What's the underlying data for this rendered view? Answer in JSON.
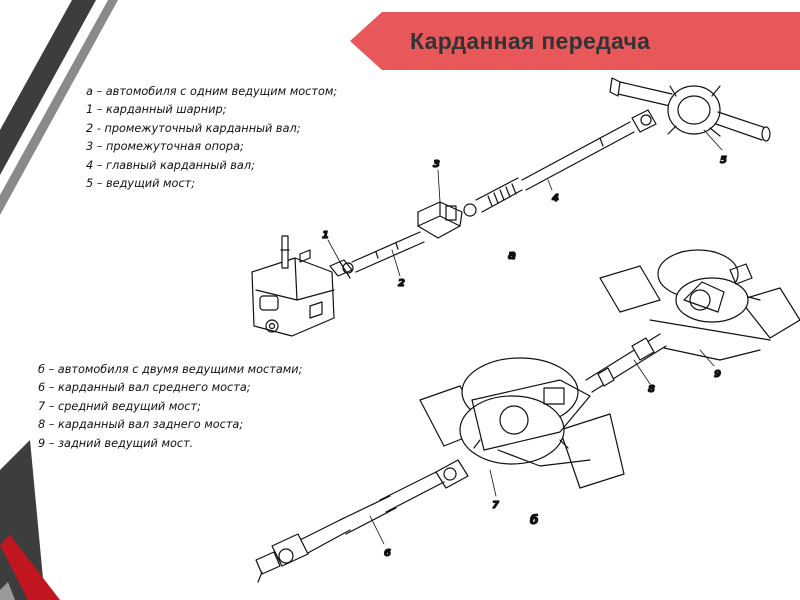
{
  "title": "Карданная передача",
  "colors": {
    "banner": "#e8585a",
    "stripe_dark": "#3d3d3d",
    "stripe_mid": "#8a8a8a",
    "stripe_red": "#c0161f",
    "title_text": "#333333"
  },
  "legend_a": [
    "а – автомобиля с одним ведущим мостом;",
    "1 – карданный шарнир;",
    "2 -  промежуточный карданный вал;",
    "3 – промежуточная опора;",
    "4 – главный карданный вал;",
    "5 – ведущий мост;"
  ],
  "legend_b": [
    "б – автомобиля с двумя ведущими мостами;",
    "6 – карданный вал среднего моста;",
    "7 – средний ведущий мост;",
    "8 – карданный вал заднего моста;",
    "9 – задний ведущий мост."
  ],
  "callouts": {
    "c1": "1",
    "c2": "2",
    "c3": "3",
    "c4": "4",
    "c5": "5",
    "ca": "а",
    "c6": "6",
    "c7": "7",
    "c8": "8",
    "c9": "9",
    "cb": "б"
  }
}
